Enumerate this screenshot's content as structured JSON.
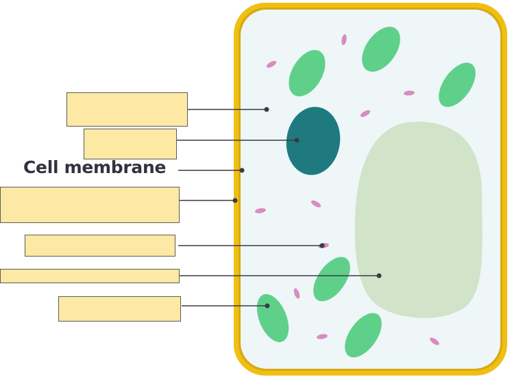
{
  "diagram": {
    "visible_label": "Cell membrane",
    "label_boxes": [
      {
        "id": "box-1",
        "text": ""
      },
      {
        "id": "box-2",
        "text": ""
      },
      {
        "id": "box-3",
        "text": ""
      },
      {
        "id": "box-4",
        "text": ""
      },
      {
        "id": "box-5",
        "text": ""
      },
      {
        "id": "box-6",
        "text": ""
      }
    ],
    "colors": {
      "cell_wall": "#f0bf14",
      "cytoplasm": "#eef6f8",
      "chloroplast": "#5fd08a",
      "nucleus": "#1f7a80",
      "vacuole": "#d1e3c8",
      "small_organelle": "#d98bc0",
      "label_fill": "#fde9a3",
      "line": "#3a3a46"
    }
  }
}
